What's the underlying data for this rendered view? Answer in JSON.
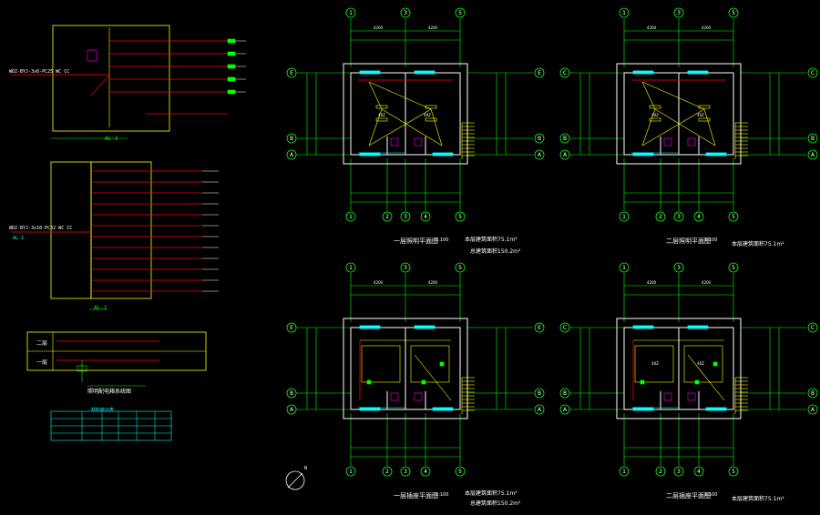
{
  "colors": {
    "background": "#000000",
    "wall": "#ffffff",
    "axis": "#00ff00",
    "dim": "#00ff00",
    "red": "#ff0000",
    "yellow": "#ffff00",
    "cyan": "#00ffff",
    "magenta": "#ff00ff"
  },
  "plans": [
    {
      "id": "p1",
      "top_axes": [
        "1",
        "3",
        "5"
      ],
      "bottom_axes": [
        "1",
        "2",
        "3",
        "4",
        "5"
      ],
      "left_axes": [
        "E",
        "B",
        "A"
      ],
      "right_axes": [
        "E",
        "B",
        "A"
      ],
      "title": "一层照明平面图",
      "scale": "1:100",
      "area1": "本层建筑面积75.1m²",
      "area2": "总建筑面积150.2m²",
      "room_tags": [
        "40Z",
        "40Z"
      ]
    },
    {
      "id": "p2",
      "top_axes": [
        "1",
        "3",
        "5"
      ],
      "bottom_axes": [
        "1",
        "2",
        "3",
        "4",
        "5"
      ],
      "left_axes": [
        "C",
        "B",
        "A"
      ],
      "right_axes": [
        "C",
        "B",
        "A"
      ],
      "title": "二层照明平面图",
      "scale": "1:100",
      "area1": "本层建筑面积75.1m²",
      "area2": "",
      "room_tags": [
        "40Z",
        "40Z"
      ]
    },
    {
      "id": "p3",
      "top_axes": [
        "1",
        "3",
        "5"
      ],
      "bottom_axes": [
        "1",
        "2",
        "3",
        "4",
        "5"
      ],
      "left_axes": [
        "E",
        "B",
        "A"
      ],
      "right_axes": [
        "E",
        "B",
        "A"
      ],
      "title": "一层插座平面图",
      "scale": "1:100",
      "area1": "本层建筑面积75.1m²",
      "area2": "总建筑面积150.2m²",
      "room_tags": []
    },
    {
      "id": "p4",
      "top_axes": [
        "1",
        "3",
        "5"
      ],
      "bottom_axes": [
        "1",
        "2",
        "3",
        "4",
        "5"
      ],
      "left_axes": [
        "C",
        "B",
        "A"
      ],
      "right_axes": [
        "C",
        "B",
        "A"
      ],
      "title": "二层插座平面图",
      "scale": "1:100",
      "area1": "本层建筑面积75.1m²",
      "area2": "",
      "room_tags": [
        "40Z",
        "40Z"
      ]
    }
  ],
  "schematics": {
    "panel1_caption": "AL-2",
    "panel2_caption": "AL-1",
    "panel1_incoming": "WDZ-BYJ-3x6-PC25 WC CC",
    "panel2_incoming": "WDZ-BYJ-3x10-PC32 WC CC",
    "panel2_side_label": "AL-1",
    "riser_title": "照明配电箱系统图",
    "floor_labels": [
      "二层",
      "一层"
    ],
    "table_header": "材料统计表"
  },
  "north_arrow": "N"
}
